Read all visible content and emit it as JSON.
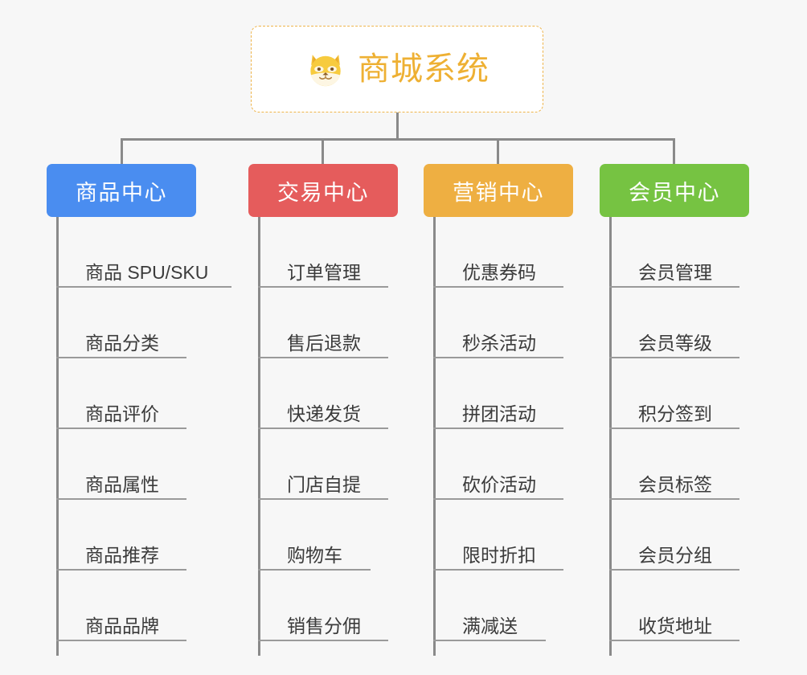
{
  "root": {
    "title": "商城系统",
    "icon": "shiba-dog-face-emoji",
    "title_color": "#eeb033",
    "border_color": "#eeb44a"
  },
  "connector_color": "#8a8a8a",
  "background_color": "#f7f7f7",
  "columns": [
    {
      "title": "商品中心",
      "color": "#4a8df0",
      "leaves": [
        {
          "label": "商品 SPU/SKU"
        },
        {
          "label": "商品分类"
        },
        {
          "label": "商品评价"
        },
        {
          "label": "商品属性"
        },
        {
          "label": "商品推荐"
        },
        {
          "label": "商品品牌"
        }
      ]
    },
    {
      "title": "交易中心",
      "color": "#e55c5c",
      "leaves": [
        {
          "label": "订单管理"
        },
        {
          "label": "售后退款"
        },
        {
          "label": "快递发货"
        },
        {
          "label": "门店自提"
        },
        {
          "label": "购物车"
        },
        {
          "label": "销售分佣"
        }
      ]
    },
    {
      "title": "营销中心",
      "color": "#eeaf42",
      "leaves": [
        {
          "label": "优惠券码"
        },
        {
          "label": "秒杀活动"
        },
        {
          "label": "拼团活动"
        },
        {
          "label": "砍价活动"
        },
        {
          "label": "限时折扣"
        },
        {
          "label": "满减送"
        }
      ]
    },
    {
      "title": "会员中心",
      "color": "#76c342",
      "leaves": [
        {
          "label": "会员管理"
        },
        {
          "label": "会员等级"
        },
        {
          "label": "积分签到"
        },
        {
          "label": "会员标签"
        },
        {
          "label": "会员分组"
        },
        {
          "label": "收货地址"
        }
      ]
    }
  ]
}
